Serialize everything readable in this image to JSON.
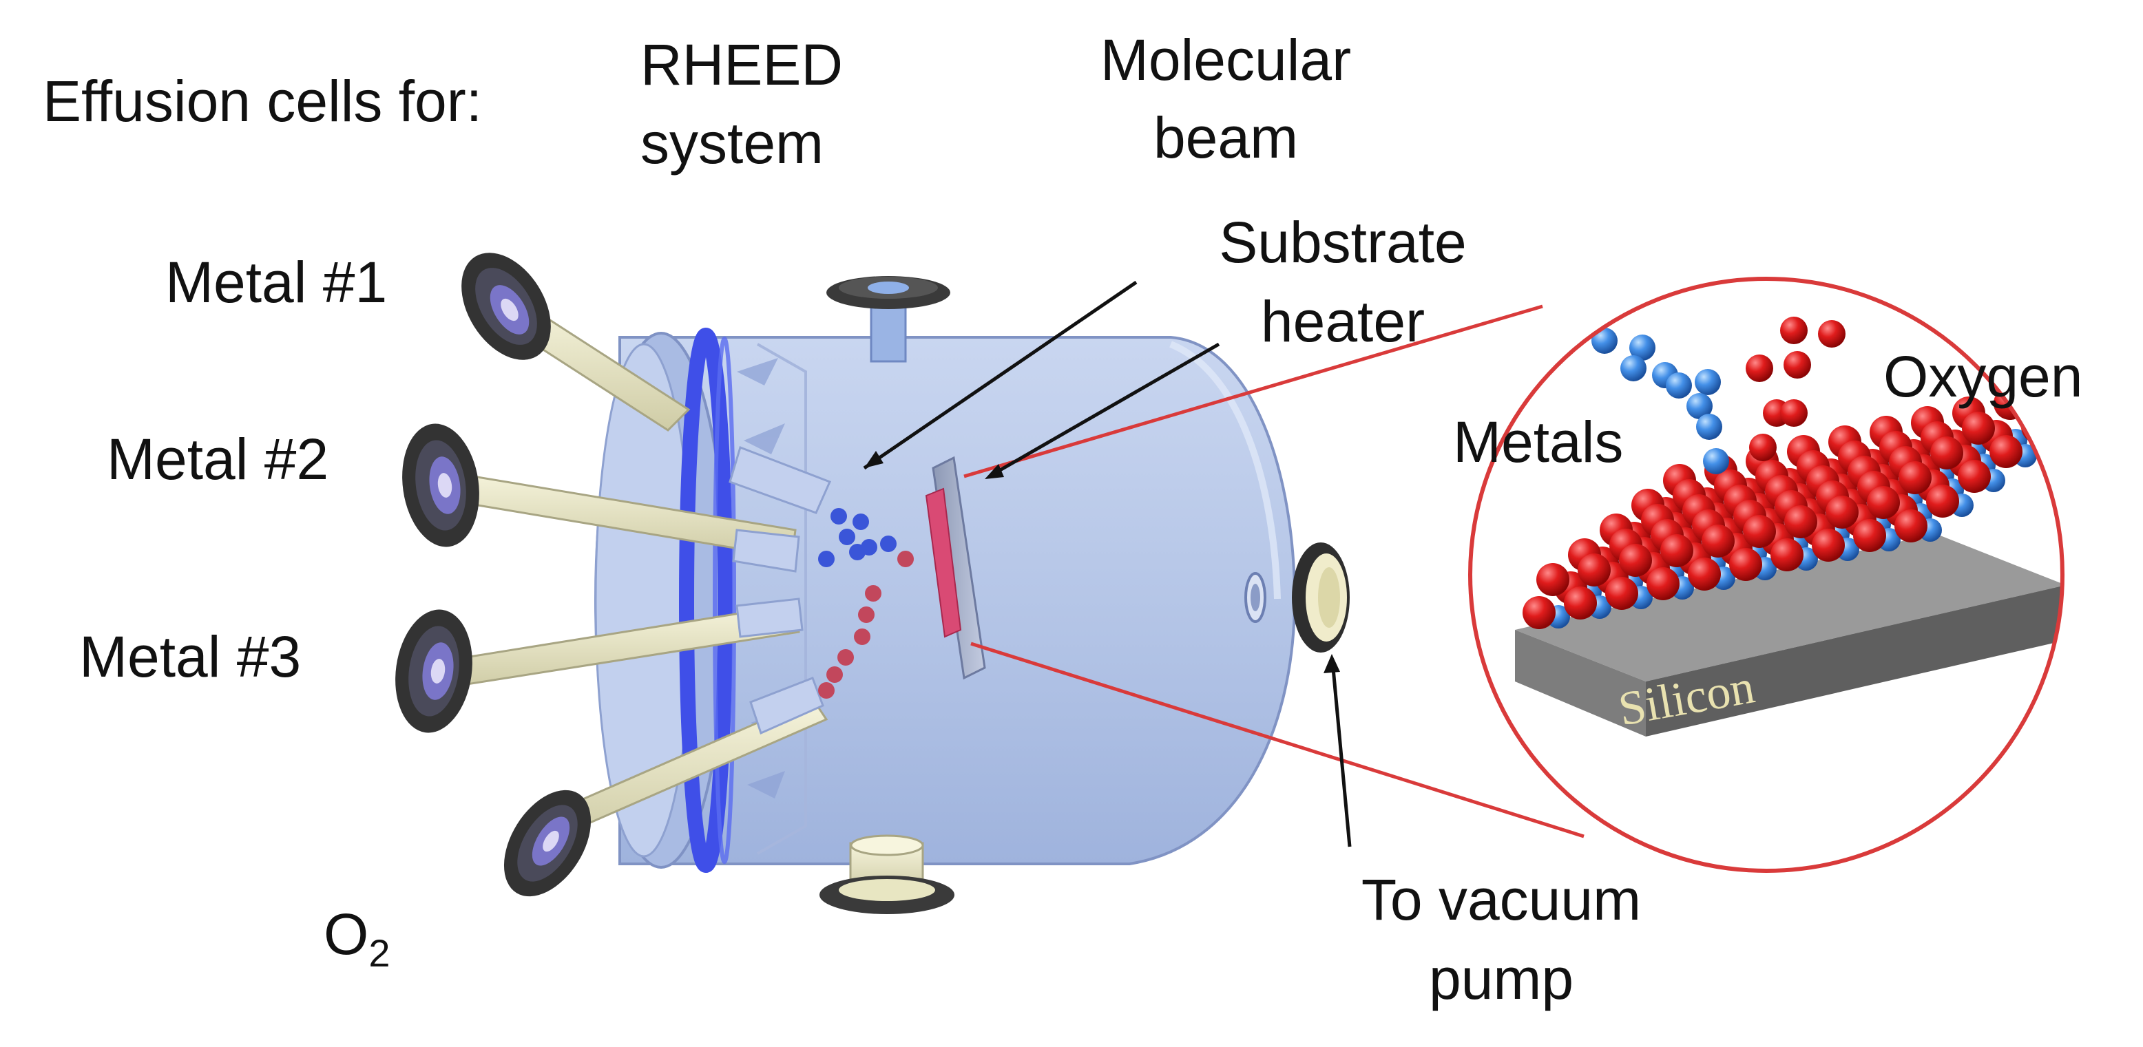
{
  "labels": {
    "effusion_cells": "Effusion cells for:",
    "rheed_line1": "RHEED",
    "rheed_line2": "system",
    "molecular_line1": "Molecular",
    "molecular_line2": "beam",
    "substrate_line1": "Substrate",
    "substrate_line2": "heater",
    "metal1": "Metal #1",
    "metal2": "Metal #2",
    "metal3": "Metal #3",
    "o2_base": "O",
    "o2_sub": "2",
    "to_vacuum_line1": "To vacuum",
    "to_vacuum_line2": "pump",
    "metals": "Metals",
    "oxygen": "Oxygen",
    "silicon": "Silicon"
  },
  "colors": {
    "chamber": "#b5c6e8",
    "chamber_dark": "#93a8d6",
    "flange_ring": "#3f4fe8",
    "port_cream": "#ecebc8",
    "flange_dark": "#3a3a3a",
    "metal_atom": "#3f86e6",
    "oxygen_atom": "#d51818",
    "beam_metal": "#3a55d8",
    "beam_oxygen": "#c2475c",
    "substrate": "#d94a74",
    "silicon_top": "#9a9a9a",
    "silicon_side": "#6e6e6e",
    "zoom_circle": "#d93a3a"
  }
}
